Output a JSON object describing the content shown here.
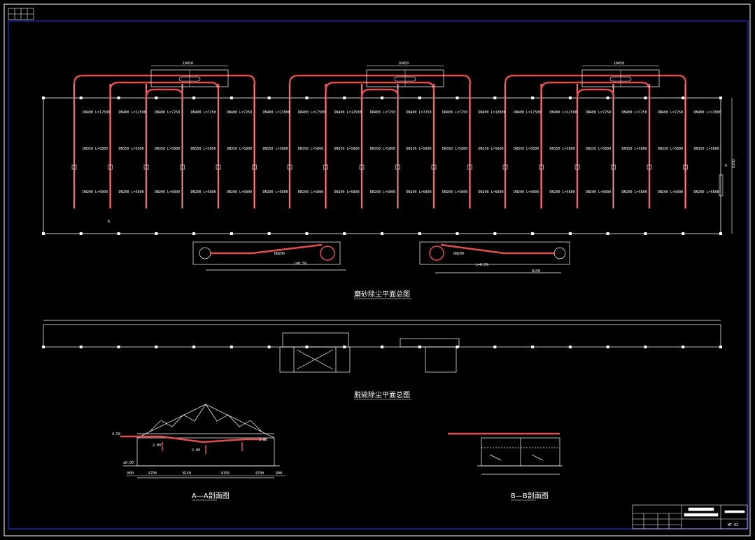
{
  "drawing": {
    "plan_title": "磨砂除尘平面总图",
    "plan2_title": "脱硫除尘平面总图",
    "section_a_title": "A—A剖面图",
    "section_b_title": "B—B剖面图",
    "sheet_number": "NT-02",
    "dim_top": "10450",
    "dim_right": "8150",
    "section_marker": "A",
    "colors": {
      "frame": "#ffffff",
      "border_blue": "#1f2bd6",
      "pipe": "#e05050",
      "pipe_fill": "#f08080",
      "text": "#ffffff"
    }
  },
  "pipe_labels": {
    "row1": [
      "DN400 L=17500",
      "DN400 L=12500",
      "DN400 L=7250",
      "DN400 L=7250",
      "DN400 L=7250",
      "DN400 L=13000",
      "DN400 L=17500",
      "DN400 L=12500",
      "DN400 L=7250",
      "DN400 L=7250",
      "DN400 L=7250",
      "DN400 L=13000",
      "DN400 L=17500",
      "DN400 L=12500",
      "DN400 L=7250",
      "DN400 L=7250",
      "DN400 L=7250",
      "DN400 L=13000"
    ],
    "row2": [
      "DN350 L=5800",
      "DN350 L=5800",
      "DN350 L=5800",
      "DN350 L=5800",
      "DN350 L=5800",
      "DN350 L=5800",
      "DN350 L=5800",
      "DN350 L=5800",
      "DN350 L=5800",
      "DN350 L=5800",
      "DN350 L=5800",
      "DN350 L=5800",
      "DN350 L=5800",
      "DN350 L=5800",
      "DN350 L=5800",
      "DN350 L=5800",
      "DN350 L=5800",
      "DN350 L=5800"
    ],
    "row3": [
      "DN200 L=5800",
      "DN200 L=5800",
      "DN200 L=5800",
      "DN200 L=5800",
      "DN200 L=5800",
      "DN200 L=5800",
      "DN200 L=5800",
      "DN200 L=5800",
      "DN200 L=5800",
      "DN200 L=5800",
      "DN200 L=5800",
      "DN200 L=5800",
      "DN200 L=5800",
      "DN200 L=5800",
      "DN200 L=5800",
      "DN200 L=5800",
      "DN200 L=5800",
      "DN200 L=5800"
    ]
  },
  "section_a_levels": {
    "left_top": "4.50",
    "left_bottom": "±0.00",
    "mid1": "2.00",
    "mid2": "2.00",
    "right": "3.80"
  },
  "section_a_dims": [
    "800",
    "4700",
    "8150",
    "8150",
    "4700",
    "800"
  ],
  "fan_labels": {
    "left_duct": "DN200",
    "right_duct": "DN200",
    "slope": "i=0.5%"
  }
}
